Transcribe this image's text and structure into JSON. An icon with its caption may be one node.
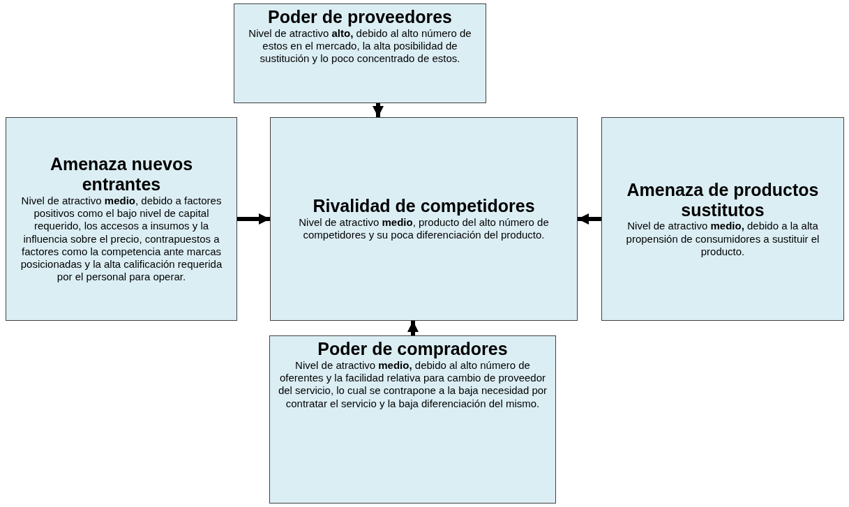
{
  "diagram": {
    "nodes": [
      {
        "text": [
          "Poder de proveedores",
          "Nivel de atractivo **alto,** debido al alto número de estos en el mercado, la alta posibilidad de sustitución y lo poco concentrado de estos."
        ]
      },
      {
        "text": [
          "Amenaza nuevos entrantes",
          "Nivel de atractivo **medio**, debido a factores positivos como el bajo nivel de capital requerido, los accesos a insumos y la influencia sobre el precio, contrapuestos a factores como la competencia ante marcas posicionadas y la alta calificación requerida por el personal para operar."
        ]
      },
      {
        "text": [
          "Rivalidad de competidores",
          "Nivel de atractivo **medio**, producto del alto número de competidores y su poca diferenciación del producto."
        ]
      },
      {
        "text": [
          "Amenaza de productos sustitutos",
          "Nivel de atractivo **medio,** debido a la alta propensión de consumidores a sustituir el producto."
        ]
      },
      {
        "text": [
          "Poder de compradores",
          "Nivel de atractivo **medio,** debido al alto número de oferentes y la facilidad relativa para cambio de proveedor del servicio, lo cual se contrapone a la baja necesidad por contratar el servicio y la baja diferenciación del mismo."
        ]
      }
    ],
    "edges": [
      {
        "from": 0,
        "to": 2,
        "arrow": "to"
      },
      {
        "from": 1,
        "to": 2,
        "arrow": "to"
      },
      {
        "from": 3,
        "to": 2,
        "arrow": "to"
      },
      {
        "from": 4,
        "to": 2,
        "arrow": "to"
      }
    ]
  }
}
